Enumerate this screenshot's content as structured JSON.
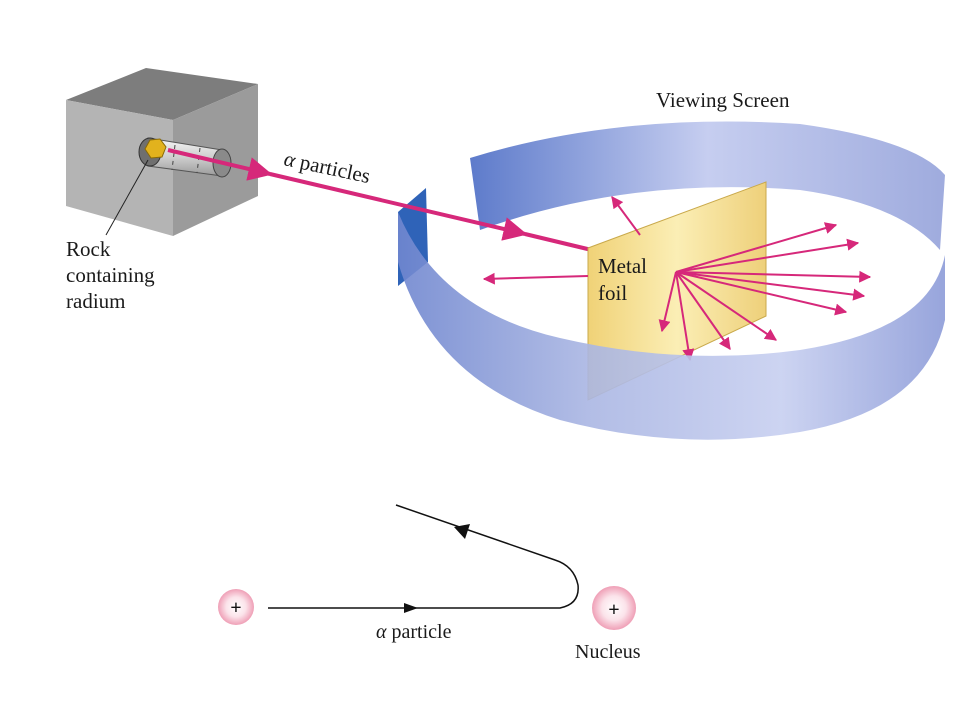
{
  "labels": {
    "viewing_screen": "Viewing Screen",
    "alpha_symbol": "α",
    "alpha_particles_word": "particles",
    "rock_line1": "Rock",
    "rock_line2": "containing",
    "rock_line3": "radium",
    "metal_line1": "Metal",
    "metal_line2": "foil",
    "alpha_particle_word": "particle",
    "nucleus": "Nucleus",
    "plus_sign": "+"
  },
  "colors": {
    "beam": "#d6287a",
    "screen_blue": "#8f9fd6",
    "screen_dark": "#2f63b8",
    "foil_yellow": "#f2dc8a",
    "box_gray": "#a9a9a9",
    "charge_pink": "#f4b8c8"
  }
}
